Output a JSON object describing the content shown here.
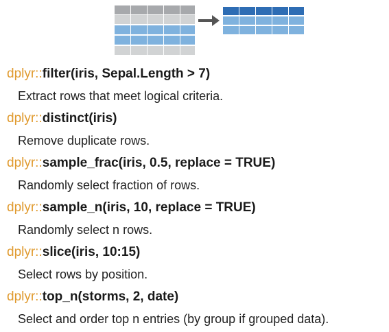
{
  "diagram": {
    "colors": {
      "gray_dark": "#a7a9ac",
      "gray_light": "#d1d3d4",
      "blue_light": "#7fb2de",
      "blue_mid": "#5593cf",
      "blue_dark": "#2e6db4",
      "arrow": "#555555"
    },
    "arrow_icon": "right-arrow"
  },
  "entries": [
    {
      "pkg": "dplyr::",
      "fn": "filter",
      "args": "(iris, Sepal.Length > 7)",
      "desc": "Extract rows that meet logical criteria."
    },
    {
      "pkg": "dplyr::",
      "fn": "distinct",
      "args": "(iris)",
      "desc": "Remove duplicate rows."
    },
    {
      "pkg": "dplyr::",
      "fn": "sample_frac",
      "args": "(iris, 0.5, replace = TRUE)",
      "desc": "Randomly select fraction of rows."
    },
    {
      "pkg": "dplyr::",
      "fn": "sample_n",
      "args": "(iris, 10, replace = TRUE)",
      "desc": "Randomly select n rows."
    },
    {
      "pkg": "dplyr::",
      "fn": "slice",
      "args": "(iris, 10:15)",
      "desc": "Select rows by position."
    },
    {
      "pkg": "dplyr::",
      "fn": "top_n",
      "args": "(storms, 2, date)",
      "desc": "Select and order top n entries (by group if grouped data)."
    }
  ]
}
